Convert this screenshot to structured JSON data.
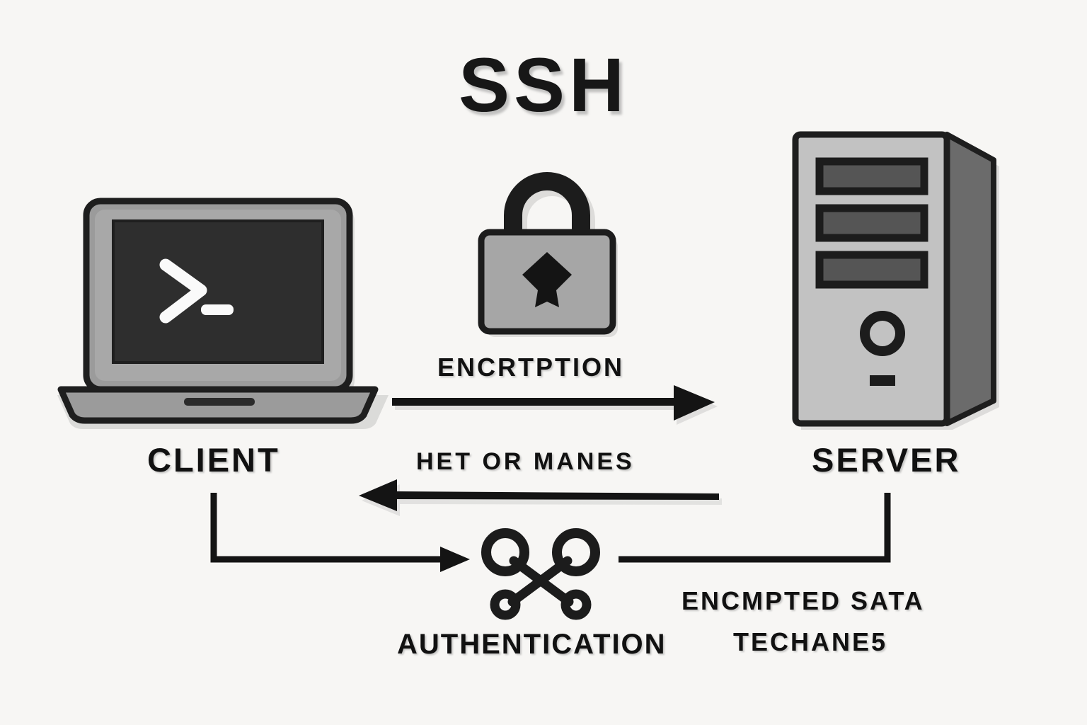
{
  "diagram": {
    "title": "SSH",
    "background_color": "#f7f6f4",
    "ink_color": "#111111"
  },
  "nodes": {
    "client": {
      "label": "CLIENT",
      "icon": "laptop-terminal-icon",
      "screen_glyph": ">_",
      "screen_color": "#2e2e2e",
      "body_color": "#9a9a9a"
    },
    "server": {
      "label": "SERVER",
      "icon": "server-tower-icon",
      "front_color": "#c2c2c2",
      "side_color": "#6b6b6b",
      "bay_count": 3
    },
    "padlock": {
      "icon": "padlock-icon",
      "body_color": "#a6a6a6",
      "shackle_color": "#1c1c1c"
    },
    "keys": {
      "icon": "crossed-keys-icon",
      "color": "#1c1c1c"
    }
  },
  "connections": {
    "encryption": {
      "label": "ENCRTPTION",
      "direction": "client-to-server",
      "arrowhead": "right"
    },
    "integrity": {
      "label": "HET OR MANES",
      "direction": "server-to-client",
      "arrowhead": "left"
    },
    "authentication": {
      "label": "AUTHENTICATION",
      "from": "client",
      "to": "keys",
      "arrowhead": "right"
    },
    "encrypted_data": {
      "line1": "ENCMPTED SATA",
      "line2": "TECHANE5",
      "from": "server",
      "to": "keys",
      "arrowhead": "none"
    }
  }
}
